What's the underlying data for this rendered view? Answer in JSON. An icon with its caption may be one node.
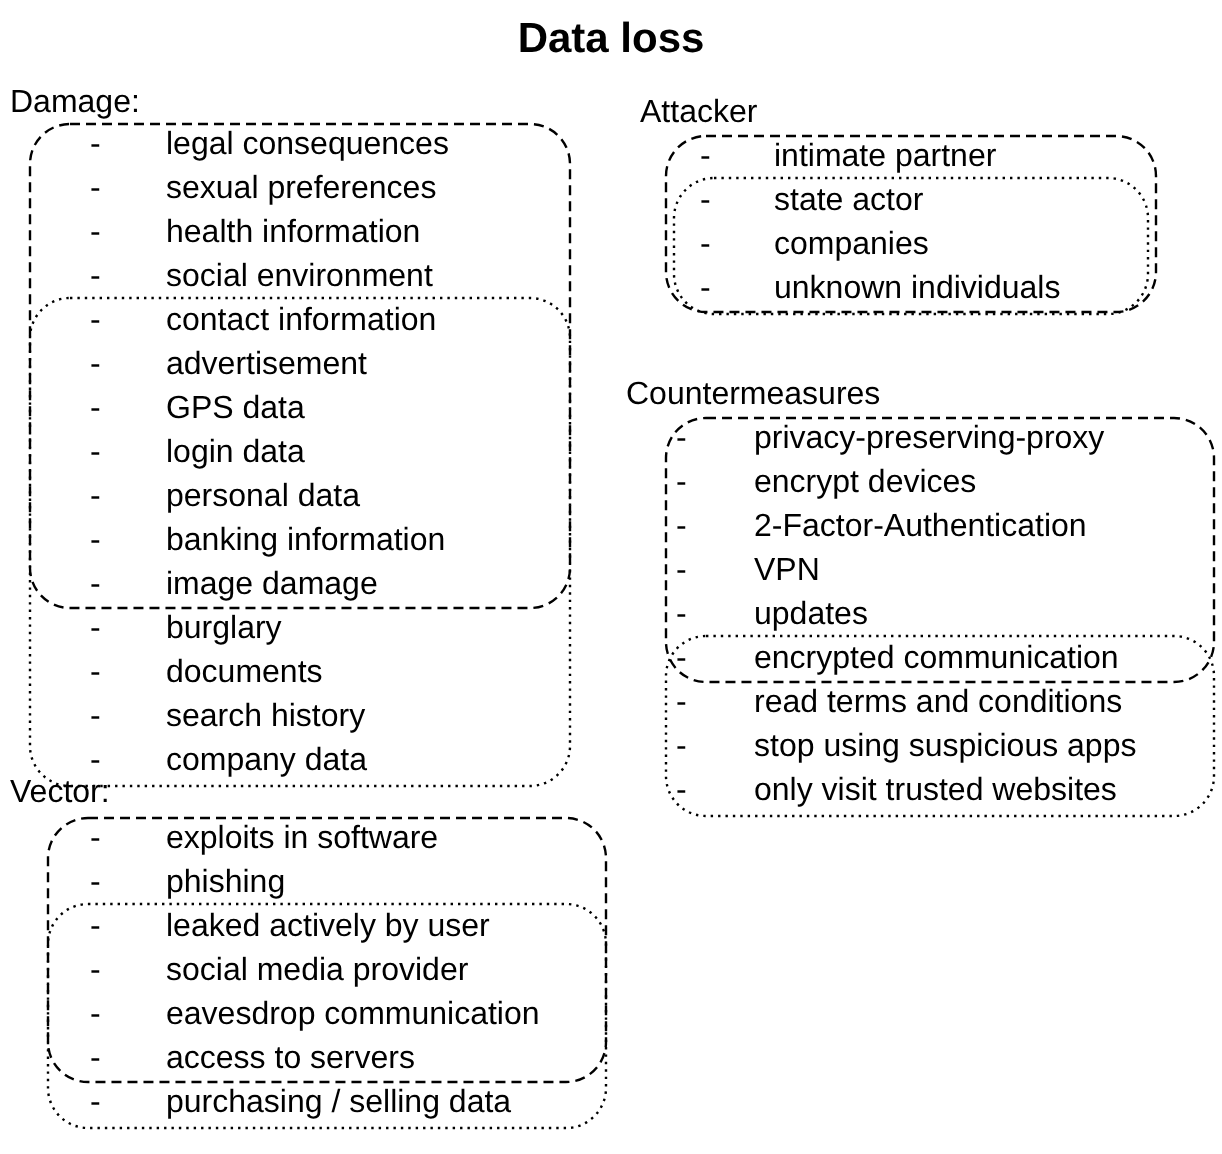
{
  "diagram": {
    "title": "Data loss",
    "labels": [
      "Damage:",
      "-",
      "legal consequences",
      "-",
      "sexual preferences",
      "-",
      "health information",
      "-",
      "social environment",
      "-",
      "contact information",
      "-",
      "advertisement",
      "-",
      "GPS data",
      "-",
      "login data",
      "-",
      "personal data",
      "-",
      "banking information",
      "-",
      "image damage",
      "-",
      "burglary",
      "-",
      "documents",
      "-",
      "search history",
      "-",
      "company data",
      "Vector:",
      "-",
      "exploits in software",
      "-",
      "phishing",
      "-",
      "leaked actively by user",
      "-",
      "social media provider",
      "-",
      "eavesdrop communication",
      "-",
      "access to servers",
      "-",
      "purchasing / selling data",
      "Attacker",
      "-",
      "intimate partner",
      "-",
      "state actor",
      "-",
      "companies",
      "-",
      "unknown individuals",
      "Countermeasures",
      "-",
      "privacy-preserving-proxy",
      "-",
      "encrypt devices",
      "-",
      "2-Factor-Authentication",
      "-",
      "VPN",
      "-",
      "updates",
      "-",
      "encrypted communication",
      "-",
      "read terms and conditions",
      "-",
      "stop using suspicious apps",
      "-",
      "only visit trusted websites"
    ]
  }
}
